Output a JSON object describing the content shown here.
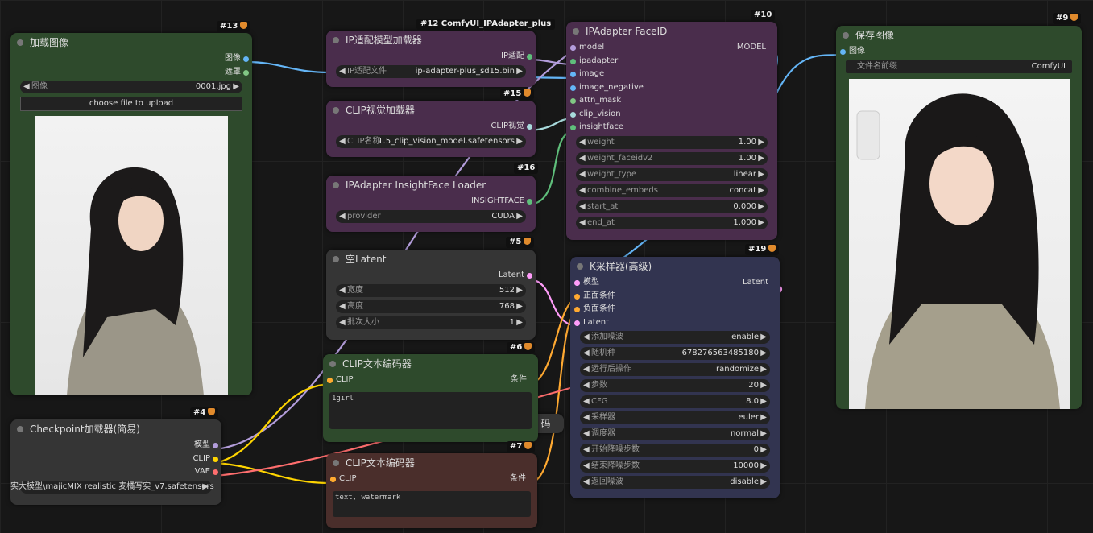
{
  "colors": {
    "image": "#64b5f6",
    "mask": "#81c784",
    "model": "#b39ddb",
    "clip": "#ffd500",
    "vae": "#ff6e6e",
    "latent": "#ff9cf9",
    "conditioning": "#ffa931",
    "clip_vision": "#a8dadc",
    "insightface": "#5fbf7b",
    "green_node": "#2e4a2c",
    "purple_node": "#4a2d4c",
    "dark_node": "#353535",
    "blue_node": "#323450",
    "red_node": "#4a2e2b"
  },
  "load_image": {
    "id": "#13",
    "title": "加载图像",
    "out_image": "图像",
    "out_mask": "遮罩",
    "w_image_label": "图像",
    "w_image_value": "0001.jpg",
    "upload": "choose file to upload"
  },
  "ipadapter_model_loader": {
    "id": "#12 ComfyUI_IPAdapter_plus",
    "title": "IP适配模型加载器",
    "out": "IP适配",
    "w_label": "IP适配文件",
    "w_value": "ip-adapter-plus_sd15.bin"
  },
  "clip_vision_loader": {
    "id": "#15",
    "title": "CLIP视觉加载器",
    "out": "CLIP视觉",
    "w_label": "CLIP名称",
    "w_value": "1.5_clip_vision_model.safetensors"
  },
  "insightface_loader": {
    "id": "#16",
    "title": "IPAdapter InsightFace Loader",
    "out": "INSIGHTFACE",
    "w_label": "provider",
    "w_value": "CUDA"
  },
  "empty_latent": {
    "id": "#5",
    "title": "空Latent",
    "out": "Latent",
    "w": [
      {
        "label": "宽度",
        "value": "512"
      },
      {
        "label": "高度",
        "value": "768"
      },
      {
        "label": "批次大小",
        "value": "1"
      }
    ]
  },
  "clip_pos": {
    "id": "#6",
    "title": "CLIP文本编码器",
    "in": "CLIP",
    "out": "条件",
    "text": "1girl"
  },
  "clip_neg": {
    "id": "#7",
    "title": "CLIP文本编码器",
    "in": "CLIP",
    "out": "条件",
    "text": "text, watermark"
  },
  "checkpoint": {
    "id": "#4",
    "title": "Checkpoint加载器(简易)",
    "out_model": "模型",
    "out_clip": "CLIP",
    "out_vae": "VAE",
    "w_value": "实大模型\\majicMIX realistic 麦橘写实_v7.safetensors"
  },
  "ipadapter_faceid": {
    "id": "#10",
    "title": "IPAdapter FaceID",
    "inputs": [
      "model",
      "ipadapter",
      "image",
      "image_negative",
      "attn_mask",
      "clip_vision",
      "insightface"
    ],
    "out": "MODEL",
    "w": [
      {
        "label": "weight",
        "value": "1.00"
      },
      {
        "label": "weight_faceidv2",
        "value": "1.00"
      },
      {
        "label": "weight_type",
        "value": "linear"
      },
      {
        "label": "combine_embeds",
        "value": "concat"
      },
      {
        "label": "start_at",
        "value": "0.000"
      },
      {
        "label": "end_at",
        "value": "1.000"
      }
    ]
  },
  "ksampler": {
    "id": "#19",
    "title": "K采样器(高级)",
    "inputs": [
      "模型",
      "正面条件",
      "负面条件",
      "Latent"
    ],
    "out": "Latent",
    "w": [
      {
        "label": "添加噪波",
        "value": "enable"
      },
      {
        "label": "随机种",
        "value": "678276563485180"
      },
      {
        "label": "运行后操作",
        "value": "randomize"
      },
      {
        "label": "步数",
        "value": "20"
      },
      {
        "label": "CFG",
        "value": "8.0"
      },
      {
        "label": "采样器",
        "value": "euler"
      },
      {
        "label": "调度器",
        "value": "normal"
      },
      {
        "label": "开始降噪步数",
        "value": "0"
      },
      {
        "label": "结束降噪步数",
        "value": "10000"
      },
      {
        "label": "返回噪波",
        "value": "disable"
      }
    ]
  },
  "save_image": {
    "id": "#9",
    "title": "保存图像",
    "in": "图像",
    "w_label": "文件名前缀",
    "w_value": "ComfyUI"
  },
  "hidden_node": {
    "text": "码"
  }
}
